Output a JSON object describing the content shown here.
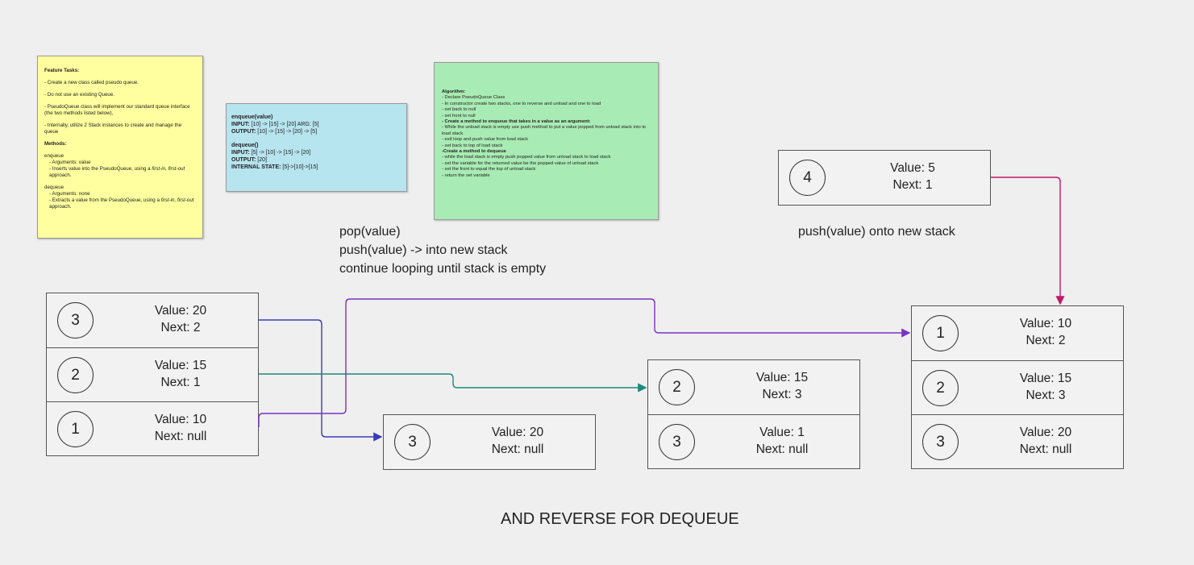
{
  "feature_note": {
    "title": "Feature Tasks:",
    "lines": [
      "- Create a new class called pseudo queue.",
      "- Do not use an existing Queue.",
      "- PseudoQueue class will implement our standard queue interface (the two methods listed below),",
      "- Internally, utilize 2 Stack instances to create and manage the queue"
    ],
    "methods_title": "Methods:",
    "enqueue": {
      "name": "enqueue",
      "args": "- Arguments: value",
      "desc_pre": "- Inserts value into the PseudoQueue, using a ",
      "desc_em": "first-in, first-out",
      "desc_post": " approach."
    },
    "dequeue": {
      "name": "dequeue",
      "args": "- Arguments: none",
      "desc_pre": "- Extracts a value from the PseudoQueue, using a ",
      "desc_em": "first-in, first-out",
      "desc_post": " approach."
    }
  },
  "enqueue_note": {
    "enqueue_title": "enqueue(value)",
    "input_label": "INPUT:",
    "input_value": " [10] -> [15] -> [20]  ARG: [5]",
    "output_label": "OUTPUT:",
    "output_value": " [10] -> [15] -> [20] -> [5]",
    "dequeue_title": "dequeue()",
    "dq_input_label": "INPUT:",
    "dq_input_value": " [5] -> [10] -> [15] -> [20]",
    "dq_output_label": "OUTPUT:",
    "dq_output_value": " [20]",
    "internal_label": "INTERNAL STATE:",
    "internal_value": " [5]->[10]->[15]"
  },
  "algorithm_note": {
    "title": "Algorithm:",
    "lines": [
      {
        "text": "- Declare PseudoQueue Class",
        "bold": false
      },
      {
        "text": "- In constructor create two stacks, one to reverse and unload and one to load",
        "bold": false
      },
      {
        "text": "- set back to null",
        "bold": false
      },
      {
        "text": "- set front to null",
        "bold": false
      },
      {
        "text": "- Create a method to enqueue that takes in a value as an argument:",
        "bold": true
      },
      {
        "text": "-  While the unload stack is empty use push method to put a value popped from unload stack into to load stack",
        "bold": false
      },
      {
        "text": "- exit loop and push value from load stack",
        "bold": false
      },
      {
        "text": "- set back to top of load stack",
        "bold": false
      },
      {
        "text": "-Create a method to dequeue",
        "bold": true
      },
      {
        "text": "- while the load stack is empty push popped value from unload stack to load stack",
        "bold": false
      },
      {
        "text": "- set the variable for the returned value be the popped value of unload stack",
        "bold": false
      },
      {
        "text": "- set the front to equal the top of unload stack",
        "bold": false
      },
      {
        "text": "-  return the set variable",
        "bold": false
      }
    ]
  },
  "captions": {
    "pop_lines": [
      "pop(value)",
      "push(value) -> into new stack",
      "continue looping until stack is empty"
    ],
    "push_new": "push(value) onto new stack",
    "footer": "AND REVERSE FOR DEQUEUE"
  },
  "stacks": {
    "original": [
      {
        "index": "3",
        "value": "Value: 20",
        "next": "Next: 2"
      },
      {
        "index": "2",
        "value": "Value: 15",
        "next": "Next: 1"
      },
      {
        "index": "1",
        "value": "Value: 10",
        "next": "Next: null"
      }
    ],
    "temp_single": [
      {
        "index": "3",
        "value": "Value: 20",
        "next": "Next: null"
      }
    ],
    "temp_double": [
      {
        "index": "2",
        "value": "Value: 15",
        "next": "Next: 3"
      },
      {
        "index": "3",
        "value": "Value: 1",
        "next": "Next: null"
      }
    ],
    "new_node": [
      {
        "index": "4",
        "value": "Value: 5",
        "next": "Next: 1"
      }
    ],
    "result": [
      {
        "index": "1",
        "value": "Value: 10",
        "next": "Next: 2"
      },
      {
        "index": "2",
        "value": "Value: 15",
        "next": "Next: 3"
      },
      {
        "index": "3",
        "value": "Value: 20",
        "next": "Next: null"
      }
    ]
  },
  "arrow_colors": {
    "blue": "#3a3ab8",
    "teal": "#1a8a7a",
    "purple": "#7a32c4",
    "magenta": "#c2186b"
  }
}
